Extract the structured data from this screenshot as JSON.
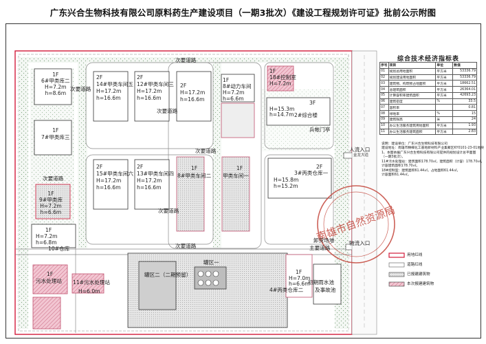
{
  "title": "广东兴合生物科技有限公司原料药生产建设项目（一期3批次）《建设工程规划许可证》批前公示附图",
  "plan": {
    "buildings": [
      {
        "id": "b-warehouse-6",
        "lines": [
          "1F",
          "6#甲类库二",
          "H=7.2m",
          "h=8.6m"
        ]
      },
      {
        "id": "b-warehouse-7",
        "lines": [
          "1F",
          "7#甲类库三"
        ]
      },
      {
        "id": "b-warehouse-9",
        "lines": [
          "1F",
          "9#甲类库",
          "H=7.2m",
          "h=6.6m"
        ]
      },
      {
        "id": "b-workshop-14",
        "lines": [
          "2F",
          "14#甲类车间五",
          "H=17.2m",
          "h=16.6m"
        ]
      },
      {
        "id": "b-workshop-12",
        "lines": [
          "2F",
          "12#甲类车间三",
          "H=17.2m",
          "h=16.6m"
        ]
      },
      {
        "id": "b-workshop-1",
        "lines": [
          "2F",
          "H=17.2m",
          "h=16.6m"
        ]
      },
      {
        "id": "b-power",
        "lines": [
          "1F",
          "8#动力车间",
          "H=7.2m",
          "h=6.6m"
        ]
      },
      {
        "id": "b-control",
        "lines": [
          "1F",
          "18#控制室",
          "H=7.2m"
        ]
      },
      {
        "id": "b-complex",
        "lines": [
          "3F",
          "H=15.3m",
          "h=14.7m",
          "2#综合楼"
        ]
      },
      {
        "id": "b-workshop-15",
        "lines": [
          "2F",
          "15#甲类车间六",
          "H=17.2m",
          "h=16.6m"
        ]
      },
      {
        "id": "b-workshop-13",
        "lines": [
          "2F",
          "13#甲类车间四",
          "H=17.2m",
          "h=16.6m"
        ]
      },
      {
        "id": "b-workshop-a",
        "lines": [
          "1F",
          "8#甲类车间二"
        ]
      },
      {
        "id": "b-workshop-b",
        "lines": [
          "1F",
          "甲类车间一"
        ]
      },
      {
        "id": "b-warehouse-3",
        "lines": [
          "2F",
          "3#丙类仓库一",
          "H=15.8m",
          "h=15.2m"
        ]
      },
      {
        "id": "b-warehouse-10",
        "lines": [
          "1F",
          "H=7.2m",
          "h=6.8m",
          "10#仓库"
        ]
      },
      {
        "id": "b-wastewater",
        "lines": [
          "1F",
          "污水处理站"
        ]
      },
      {
        "id": "b-water-11",
        "lines": [
          "11#污水处理站",
          "H=6.0m"
        ]
      },
      {
        "id": "b-tank-2",
        "lines": [
          "罐区二（二期预留）"
        ]
      },
      {
        "id": "b-tank-1",
        "lines": [
          "罐区一"
        ]
      },
      {
        "id": "b-warehouse-4",
        "lines": [
          "1F",
          "H=7.0m",
          "h=6.6m",
          "4#丙类仓库二"
        ]
      },
      {
        "id": "b-rain-pool",
        "lines": [
          "初期雨水池",
          "及事故池"
        ]
      }
    ],
    "roads": [
      "次要道路",
      "次要道路",
      "次要道路",
      "次要道路",
      "次要道路",
      "次要道路",
      "次要道路",
      "卸货场地",
      "主要道路"
    ],
    "gates": {
      "people": "人流入口",
      "freight": "物流入口",
      "guard": "兵帐门亭"
    },
    "road_name": "金龙大道",
    "watermark": "南雄市自然资源局"
  },
  "table": {
    "title": "综合技术经济指标表",
    "head": [
      "序号",
      "项目",
      "单位",
      "数值"
    ],
    "rows": [
      [
        "01",
        "规划总用地面积",
        "平方米",
        "53336.79"
      ],
      [
        "02",
        "规划建设用地面积",
        "平方米",
        "53336.79"
      ],
      [
        "03",
        "建筑物、构筑物占地面积",
        "平方米",
        "18662.51"
      ],
      [
        "04",
        "总建筑面积",
        "平方米",
        "26364.01"
      ],
      [
        "05",
        "计算容积率建筑面积",
        "平方米",
        "42693.23"
      ],
      [
        "06",
        "建筑密度",
        "%",
        "33.5"
      ],
      [
        "07",
        "容积率",
        "",
        "0.81"
      ],
      [
        "08",
        "绿地率",
        "%",
        "15"
      ],
      [
        "09",
        "建筑限高",
        "米",
        "24"
      ],
      [
        "10",
        "办公生活服务建筑用地面积",
        "平方米",
        "1.93"
      ],
      [
        "11",
        "办公生活服务建筑面积",
        "平方米",
        "2.83"
      ]
    ]
  },
  "notes": [
    "说明：建设单位：广东兴合生物科技有限公司",
    "建设地址：南雄市精细化工基地新材料产业集聚区KY0101-23-01地块",
    "1、本图依据广东兴合生物科技有限公司提供的规划设计总平面图",
    "（一期3批次）。",
    "11#污水处理站：建筑面积178.70㎡，建筑面积（计容）178.70㎡，",
    "计容建筑面积178.70㎡。",
    "18#控制室：建筑面积61.44㎡，占地面积61.44㎡，",
    "计容面积61.44㎡。"
  ],
  "legend": [
    {
      "label": "用地红线",
      "color": "#d21a3a"
    },
    {
      "label": "道路红线",
      "color": "#555555"
    },
    {
      "label": "已报建建筑物",
      "color": "#f4f4f4"
    },
    {
      "label": "本次报建建筑物",
      "color": "#e7a4b6"
    }
  ]
}
